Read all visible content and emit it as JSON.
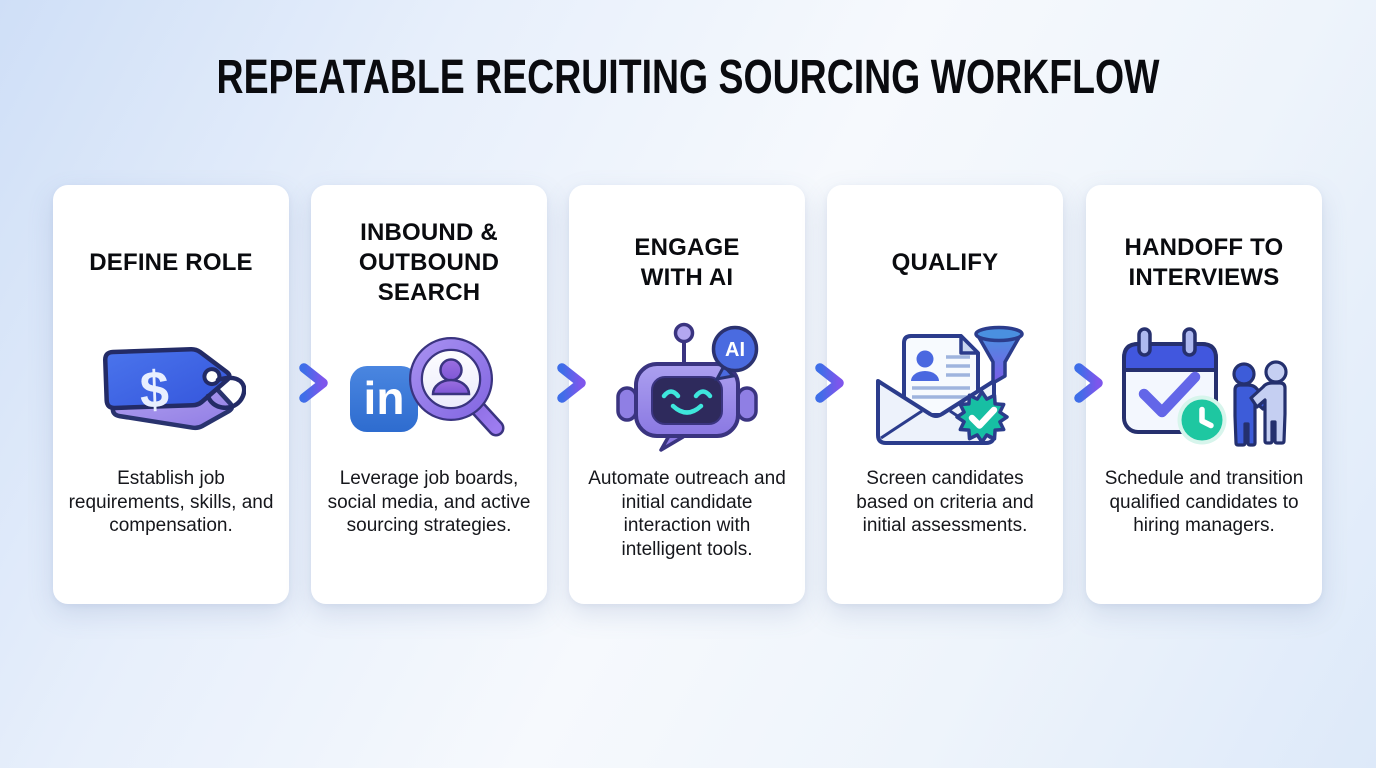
{
  "header": {
    "title": "REPEATABLE RECRUITING SOURCING WORKFLOW"
  },
  "steps": [
    {
      "title": [
        "DEFINE ROLE"
      ],
      "description": "Establish job requirements, skills, and compensation.",
      "icon": "price-tags-icon",
      "icon_label": "$"
    },
    {
      "title": [
        "INBOUND &",
        "OUTBOUND",
        "SEARCH"
      ],
      "description": "Leverage job boards, social media, and active sourcing strategies.",
      "icon": "linkedin-candidate-search-icon",
      "icon_label": "in"
    },
    {
      "title": [
        "ENGAGE",
        "WITH AI"
      ],
      "description": "Automate outreach and initial candidate interaction with intelligent tools.",
      "icon": "ai-chatbot-icon",
      "icon_label": "AI"
    },
    {
      "title": [
        "QUALIFY"
      ],
      "description": "Screen candidates based on criteria and initial assessments.",
      "icon": "resume-funnel-verified-icon"
    },
    {
      "title": [
        "HANDOFF TO",
        "INTERVIEWS"
      ],
      "description": "Schedule and transition qualified candidates to hiring managers.",
      "icon": "calendar-handshake-icon"
    }
  ],
  "colors": {
    "background_blue": "#d8e6f8",
    "card_white": "#ffffff",
    "title_black": "#0a0b0f",
    "arrow_blue": "#3e6ee8",
    "arrow_purple": "#7e56ec",
    "navy_outline": "#29336e",
    "tag_blue": "#3d62e6",
    "lavender": "#a394ec",
    "linkedin_blue": "#3277d9",
    "robot_purple": "#9487e8",
    "robot_face_navy": "#2e2a5c",
    "teal_accent": "#3ee6dc",
    "badge_green": "#17bfa3",
    "clock_green": "#1ec7a1",
    "calendar_blue": "#4157de",
    "person_blue": "#3d5cd9",
    "person_light": "#c5cff2"
  }
}
